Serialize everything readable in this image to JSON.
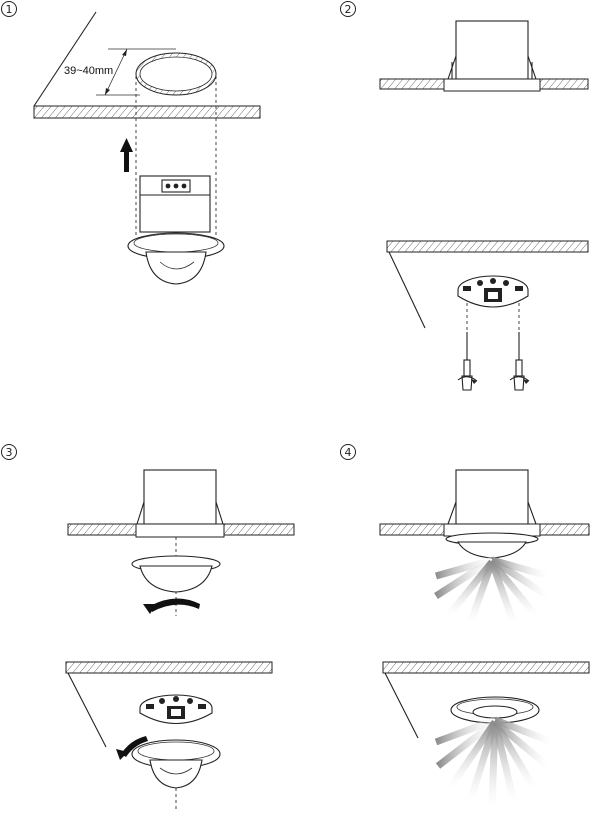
{
  "steps": [
    {
      "number": "1",
      "dimension_label": "39~40mm"
    },
    {
      "number": "2"
    },
    {
      "number": "3"
    },
    {
      "number": "4"
    }
  ],
  "colors": {
    "line": "#222222",
    "hatch": "#333333",
    "ray_start": "#8c8c8c",
    "ray_end": "#ffffff"
  }
}
